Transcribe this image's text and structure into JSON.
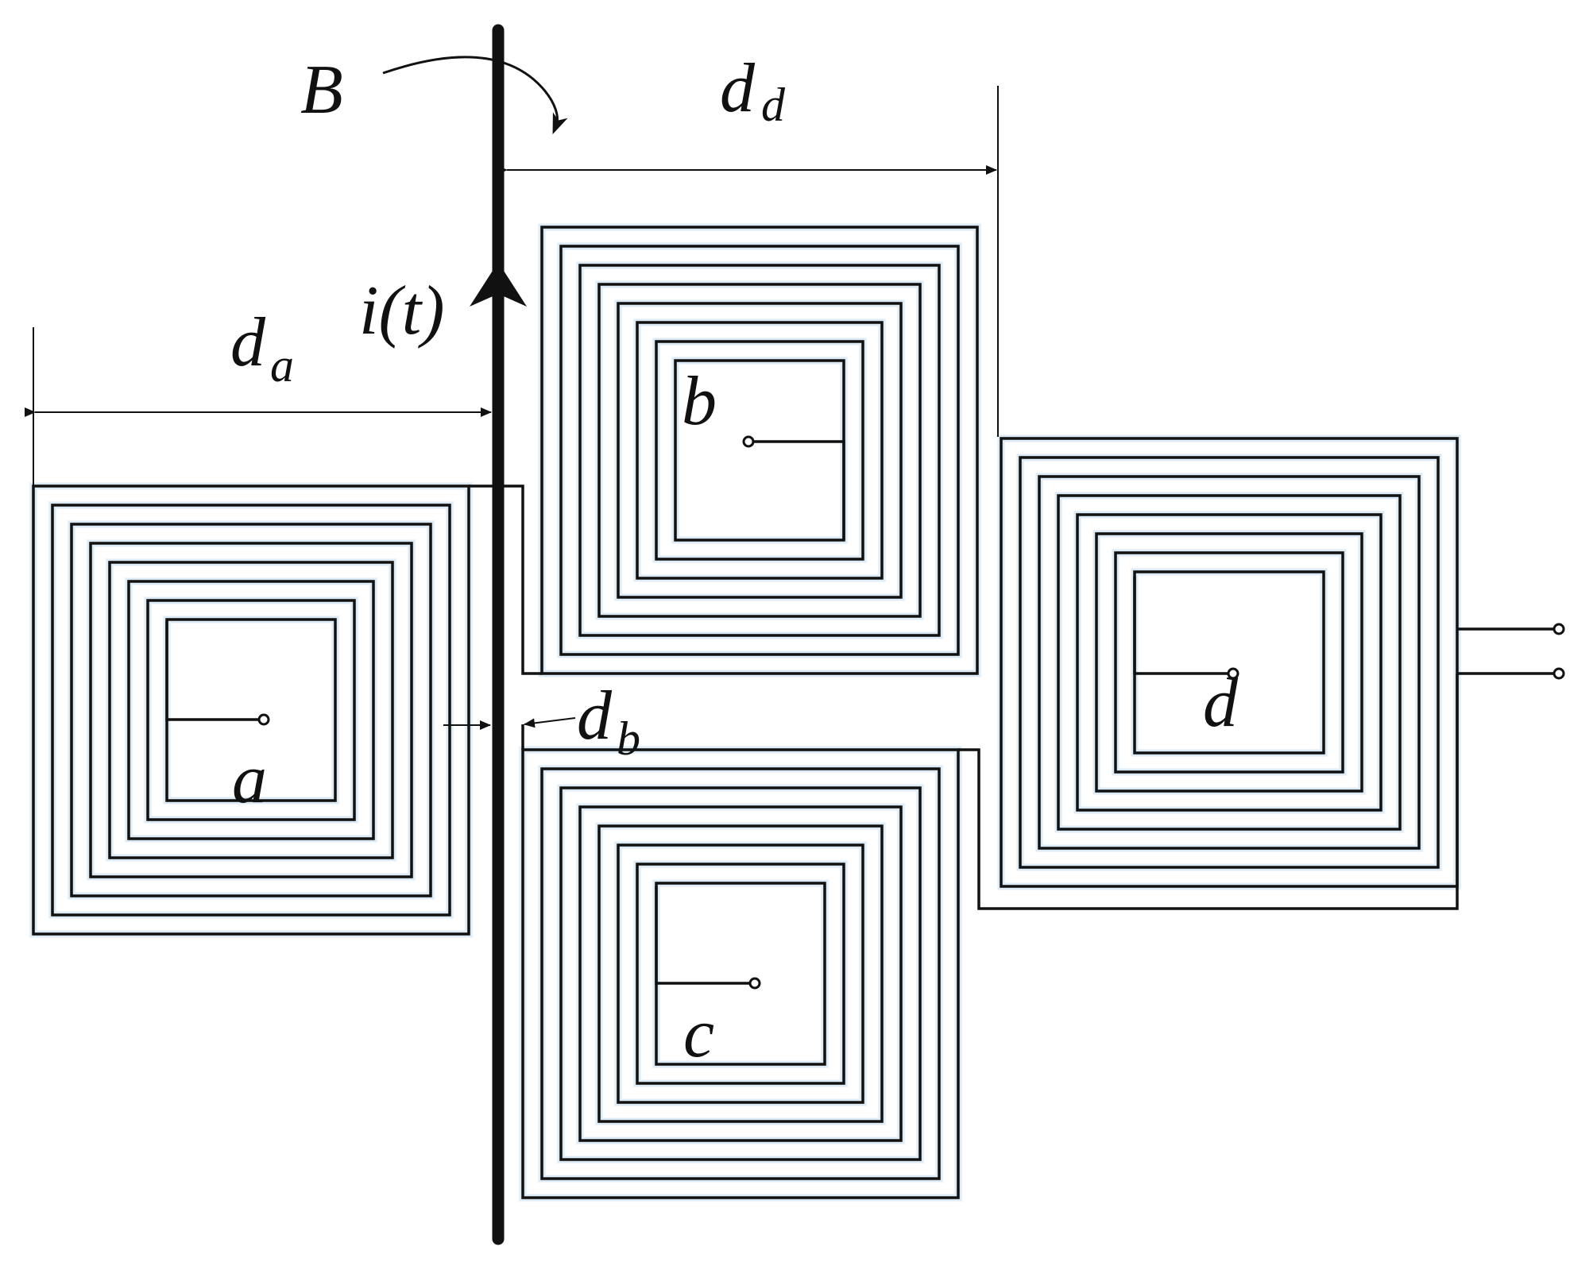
{
  "labels": {
    "field": "B",
    "current": "i(t)",
    "dim_a_main": "d",
    "dim_a_sub": "a",
    "dim_b_main": "d",
    "dim_b_sub": "b",
    "dim_d_main": "d",
    "dim_d_sub": "d",
    "coil_a": "a",
    "coil_b": "b",
    "coil_c": "c",
    "coil_d": "d"
  },
  "colors": {
    "ink": "#111111",
    "glow": "#cfe3f2",
    "background": "#ffffff"
  },
  "coils": [
    {
      "id": "a",
      "turns": 8
    },
    {
      "id": "b",
      "turns": 8
    },
    {
      "id": "c",
      "turns": 8
    },
    {
      "id": "d",
      "turns": 8
    }
  ]
}
